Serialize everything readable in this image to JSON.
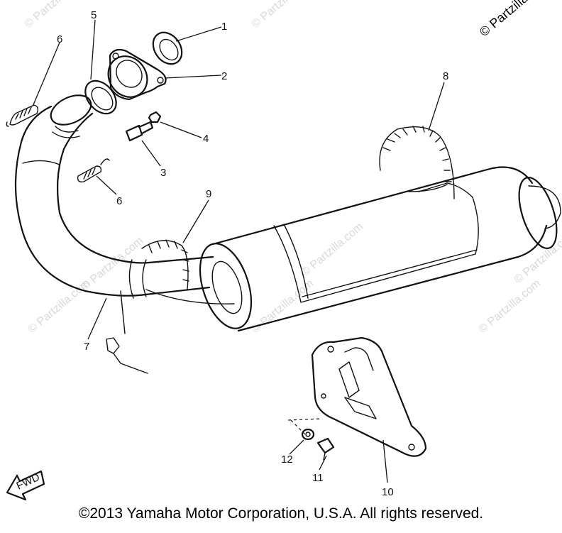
{
  "corner_watermark": "© Partzilla.com",
  "faint_watermark": "© Partzilla.com",
  "fwd_label": "FWD",
  "callouts": {
    "c1": "1",
    "c2": "2",
    "c3": "3",
    "c4": "4",
    "c5": "5",
    "c6a": "6",
    "c6b": "6",
    "c7": "7",
    "c8": "8",
    "c9": "9",
    "c10": "10",
    "c11": "11",
    "c12": "12"
  },
  "copyright": "©2013  Yamaha Motor Corporation, U.S.A. All rights reserved."
}
